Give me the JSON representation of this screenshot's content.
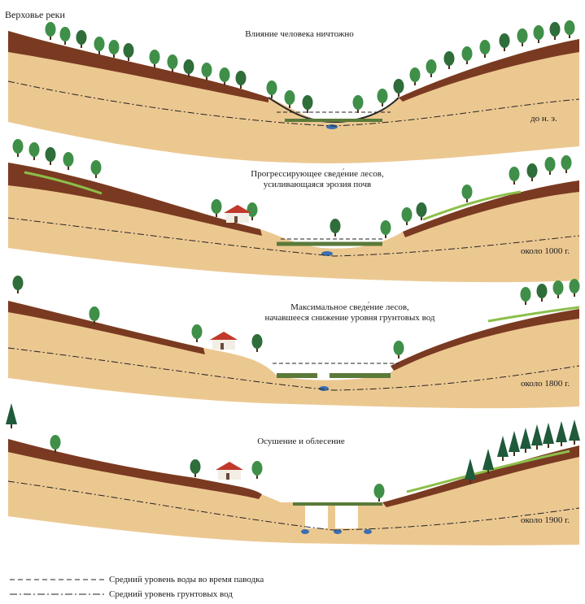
{
  "title": "Верховье реки",
  "panels": [
    {
      "caption": [
        "Влияние человека ничтожно"
      ],
      "date": "до н. э."
    },
    {
      "caption": [
        "Прогрессирующее сведе́ние лесов,",
        "усиливающаяся эрозия почв"
      ],
      "date": "около 1000 г."
    },
    {
      "caption": [
        "Максимальное сведе́ние лесов,",
        "начавшееся снижение уровня грунтовых вод"
      ],
      "date": "около 1800 г."
    },
    {
      "caption": [
        "Осушение и облесение"
      ],
      "date": "около 1900 г."
    }
  ],
  "legend": [
    {
      "line": "dashed",
      "label": "Средний уровень воды во время паводка"
    },
    {
      "line": "dash-dot",
      "label": "Средний уровень грунтовых вод"
    }
  ],
  "colors": {
    "subsoil": "#ecc891",
    "topsoil": "#7a3a22",
    "grass": "#8cbf4a",
    "deciduous-tree": "#3f8f48",
    "conifer-tree": "#1f5a3a",
    "water": "#3a6fb0",
    "house-roof": "#c0392b"
  }
}
